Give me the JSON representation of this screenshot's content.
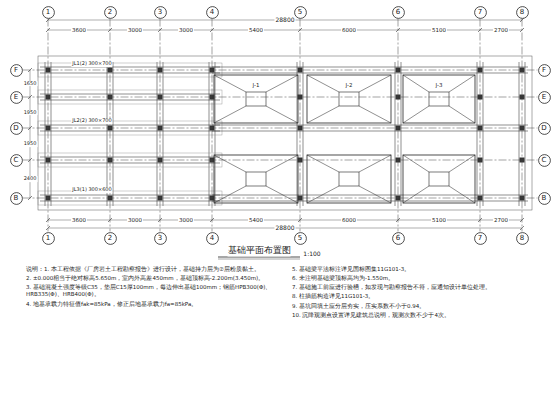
{
  "diagram": {
    "title": "基础平面布置图",
    "nodes": [
      {
        "text": [
          "1"
        ]
      },
      {
        "text": [
          "2"
        ]
      },
      {
        "text": [
          "3"
        ]
      },
      {
        "text": [
          "4"
        ]
      },
      {
        "text": [
          "5"
        ]
      },
      {
        "text": [
          "6"
        ]
      },
      {
        "text": [
          "7"
        ]
      },
      {
        "text": [
          "8"
        ]
      },
      {
        "text": [
          "1"
        ]
      },
      {
        "text": [
          "2"
        ]
      },
      {
        "text": [
          "3"
        ]
      },
      {
        "text": [
          "4"
        ]
      },
      {
        "text": [
          "5"
        ]
      },
      {
        "text": [
          "6"
        ]
      },
      {
        "text": [
          "7"
        ]
      },
      {
        "text": [
          "8"
        ]
      },
      {
        "text": [
          "F"
        ]
      },
      {
        "text": [
          "E"
        ]
      },
      {
        "text": [
          "D"
        ]
      },
      {
        "text": [
          "C"
        ]
      },
      {
        "text": [
          "B"
        ]
      },
      {
        "text": [
          "F"
        ]
      },
      {
        "text": [
          "E"
        ]
      },
      {
        "text": [
          "D"
        ]
      },
      {
        "text": [
          "C"
        ]
      },
      {
        "text": [
          "B"
        ]
      }
    ],
    "edges": [
      {
        "from": 0,
        "to": 8,
        "arrow": "none"
      },
      {
        "from": 1,
        "to": 9,
        "arrow": "none"
      },
      {
        "from": 2,
        "to": 10,
        "arrow": "none"
      },
      {
        "from": 3,
        "to": 11,
        "arrow": "none"
      },
      {
        "from": 4,
        "to": 12,
        "arrow": "none"
      },
      {
        "from": 5,
        "to": 13,
        "arrow": "none"
      },
      {
        "from": 6,
        "to": 14,
        "arrow": "none"
      },
      {
        "from": 7,
        "to": 15,
        "arrow": "none"
      },
      {
        "from": 16,
        "to": 21,
        "arrow": "none"
      },
      {
        "from": 17,
        "to": 22,
        "arrow": "none"
      },
      {
        "from": 18,
        "to": 23,
        "arrow": "none"
      },
      {
        "from": 19,
        "to": 24,
        "arrow": "none"
      },
      {
        "from": 20,
        "to": 25,
        "arrow": "none"
      }
    ],
    "labels": [
      "28800",
      "3600",
      "3000",
      "3000",
      "5400",
      "6000",
      "5100",
      "2700",
      "3600",
      "3000",
      "3000",
      "5400",
      "6000",
      "5100",
      "2700",
      "28800",
      "1650",
      "1950",
      "1950",
      "2400",
      "1:100",
      "JL1(2) 300×700",
      "JL2(2) 300×700",
      "JL3(1) 300×600",
      "J-1",
      "J-2",
      "J-3",
      "说明：1. 本工程依据《厂房岩土工程勘察报告》进行设计，基础持力层为②层粉质黏土。",
      "2. ±0.000相当于绝对标高5.650m，室内外高差450mm，基础顶标高-2.200m(3.450m)。",
      "3. 基础混凝土强度等级C35，垫层C15厚100mm，每边伸出基础100mm；钢筋HPB300(Φ)、HRB335(Φ)、HRB400(Φ)。",
      "4. 地基承载力特征值fak=85kPa，修正后地基承载力fa=85kPa。",
      "5. 基础梁平法标注详见国标图集11G101-3。",
      "6. 未注明基础梁顶标高均为-1.550m。",
      "7. 基础施工前应进行验槽，如发现与勘察报告不符，应通知设计单位处理。",
      "8. 柱插筋构造详见11G101-3。",
      "9. 基坑回填土应分层夯实，压实系数不小于0.94。",
      "10. 沉降观测点设置详见建筑总说明，观测次数不少于4次。"
    ]
  }
}
